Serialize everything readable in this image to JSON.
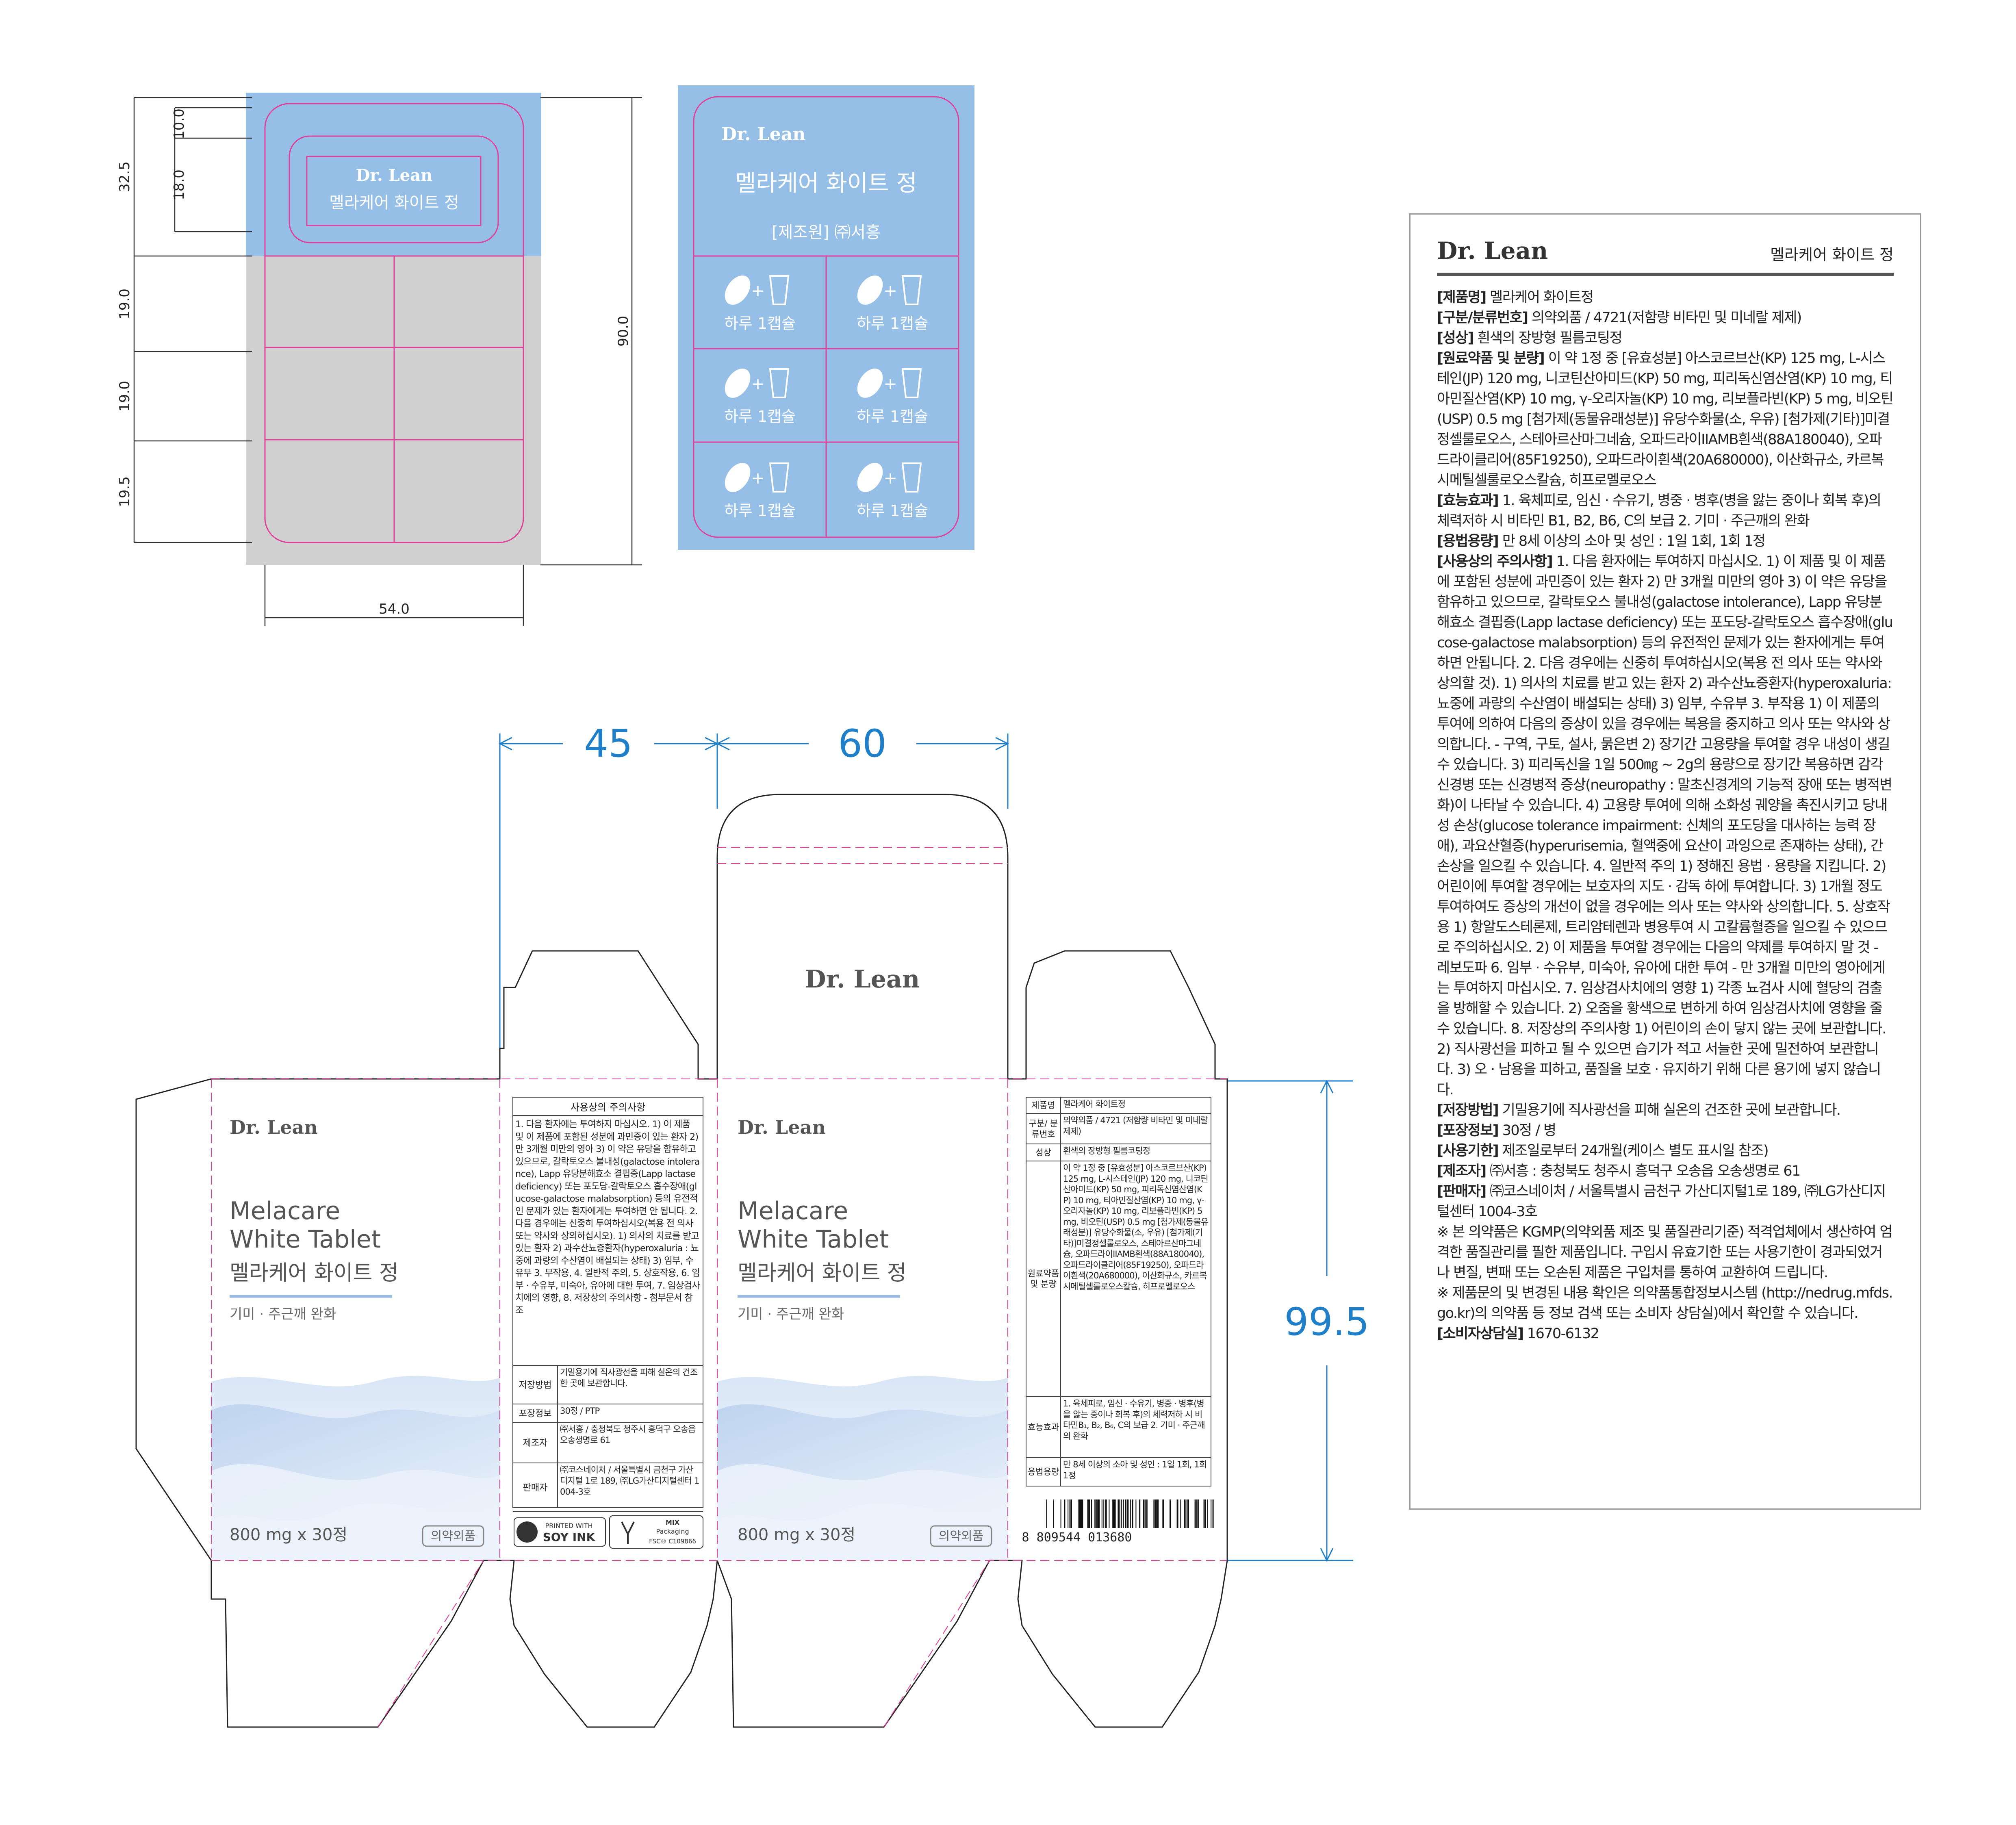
{
  "brand": "Dr. Lean",
  "product_ko": "멜라케어 화이트 정",
  "product_en_1": "Melacare",
  "product_en_2": "White Tablet",
  "tagline": "기미 · 주근깨 완화",
  "dose_count": "800 mg x 30정",
  "category_badge": "의약외품",
  "blister": {
    "dims": [
      "10.0",
      "18.0",
      "32.5",
      "19.0",
      "19.0",
      "19.5",
      "90.0",
      "54.0"
    ],
    "maker": "[제조원] ㈜서흥",
    "cell_text": "하루 1캡슐"
  },
  "box_dims": {
    "w1": "45",
    "w2": "60",
    "h": "99.5"
  },
  "side_caution": {
    "title": "사용상의 주의사항",
    "text": "1. 다음 환자에는 투여하지 마십시오. 1) 이 제품 및 이 제품에 포함된 성분에 과민증이 있는 환자 2) 만 3개월 미만의 영아 3) 이 약은 유당을 함유하고 있으므로, 갈락토오스 불내성(galactose intolerance), Lapp 유당분해효소 결핍증(Lapp lactase deficiency) 또는 포도당-갈락토오스 흡수장애(glucose-galactose malabsorption) 등의 유전적인 문제가 있는 환자에게는 투여하면 안 됩니다. 2. 다음 경우에는 신중히 투여하십시오(복용 전 의사 또는 약사와 상의하십시오). 1) 의사의 치료를 받고 있는 환자 2) 과수산뇨증환자(hyperoxaluria : 뇨중에 과량의 수산염이 배설되는 상태) 3) 임부, 수유부 3. 부작용, 4. 일반적 주의, 5. 상호작용, 6. 임부 · 수유부, 미숙아, 유아에 대한 투여, 7. 임상검사치에의 영향, 8. 저장상의 주의사항 - 첨부문서 참조",
    "rows": [
      {
        "k": "저장방법",
        "v": "기밀용기에 직사광선을 피해 실온의 건조한 곳에 보관합니다."
      },
      {
        "k": "포장정보",
        "v": "30정 / PTP"
      },
      {
        "k": "제조자",
        "v": "㈜서흥 / 충청북도 청주시 흥덕구 오송읍 오송생명로 61"
      },
      {
        "k": "판매자",
        "v": "㈜코스네이처 / 서울특별시 금천구 가산디지털 1로 189, ㈜LG가산디지털센터 1004-3호"
      }
    ],
    "soy_small": "PRINTED WITH",
    "soy_big": "SOY INK",
    "fsc_1": "MIX",
    "fsc_2": "Packaging",
    "fsc_3": "FSC® C109866"
  },
  "right_table": {
    "rows": [
      {
        "k": "제품명",
        "v": "멜라케어 화이트정"
      },
      {
        "k": "구분/ 분류번호",
        "v": "의약외품 / 4721 (저함량 비타민 및 미네랄 제제)"
      },
      {
        "k": "성상",
        "v": "흰색의 장방형 필름코팅정"
      },
      {
        "k": "원료약품 및 분량",
        "v": "이 약 1정 중 [유효성분] 아스코르브산(KP) 125 mg, L-시스테인(JP) 120 mg, 니코틴산아미드(KP) 50 mg, 피리독신염산염(KP) 10 mg, 티아민질산염(KP) 10 mg, γ-오리자놀(KP) 10 mg, 리보플라빈(KP) 5 mg, 비오틴(USP) 0.5 mg [첨가제(동물유래성분)] 유당수화물(소, 우유) [첨가제(기타)]미결정셀룰로오스, 스테아르산마그네슘, 오파드라이IIAMB흰색(88A180040), 오파드라이클리어(85F19250), 오파드라이흰색(20A680000), 이산화규소, 카르복시메틸셀룰로오스칼슘, 히프로멜로오스"
      },
      {
        "k": "효능효과",
        "v": "1. 육체피로, 임신 · 수유기, 병중 · 병후(병을 앓는 중이나 회복 후)의 체력저하 시 비타민B₁, B₂, B₆, C의 보급 2. 기미 · 주근깨의 완화"
      },
      {
        "k": "용법용량",
        "v": "만 8세 이상의 소아 및 성인 : 1일 1회, 1회 1정"
      }
    ],
    "barcode": "8 809544 013680"
  },
  "label_panel": {
    "lines": [
      {
        "b": "[제품명]",
        "t": " 멜라케어 화이트정"
      },
      {
        "b": "[구분/분류번호]",
        "t": " 의약외품 / 4721(저함량 비타민 및 미네랄 제제)"
      },
      {
        "b": "[성상]",
        "t": " 흰색의 장방형 필름코팅정"
      },
      {
        "b": "[원료약품 및 분량]",
        "t": " 이 약 1정 중 [유효성분] 아스코르브산(KP) 125 mg, L-시스테인(JP) 120 mg, 니코틴산아미드(KP) 50 mg, 피리독신염산염(KP) 10 mg, 티아민질산염(KP) 10 mg, γ-오리자놀(KP) 10 mg, 리보플라빈(KP) 5 mg, 비오틴(USP) 0.5 mg [첨가제(동물유래성분)] 유당수화물(소, 우유) [첨가제(기타)]미결정셀룰로오스, 스테아르산마그네슘, 오파드라이IIAMB흰색(88A180040), 오파드라이클리어(85F19250), 오파드라이흰색(20A680000), 이산화규소, 카르복시메틸셀룰로오스칼슘, 히프로멜로오스"
      },
      {
        "b": "[효능효과]",
        "t": " 1. 육체피로, 임신 · 수유기, 병중 · 병후(병을 앓는 중이나 회복 후)의 체력저하 시 비타민 B1, B2, B6, C의 보급 2. 기미 · 주근깨의 완화"
      },
      {
        "b": "[용법용량]",
        "t": " 만 8세 이상의 소아 및 성인 : 1일 1회, 1회 1정"
      },
      {
        "b": "[사용상의 주의사항]",
        "t": " 1. 다음 환자에는 투여하지 마십시오. 1) 이 제품 및 이 제품에 포함된 성분에 과민증이 있는 환자 2) 만 3개월 미만의 영아 3) 이 약은 유당을 함유하고 있으므로, 갈락토오스 불내성(galactose intolerance), Lapp 유당분해효소 결핍증(Lapp lactase deficiency) 또는 포도당-갈락토오스 흡수장애(glucose-galactose malabsorption) 등의 유전적인 문제가 있는 환자에게는 투여하면 안됩니다. 2. 다음 경우에는 신중히 투여하십시오(복용 전 의사 또는 약사와 상의할 것). 1) 의사의 치료를 받고 있는 환자 2) 과수산뇨증환자(hyperoxaluria: 뇨중에 과량의 수산염이 배설되는 상태) 3) 임부, 수유부 3. 부작용 1) 이 제품의 투여에 의하여 다음의 증상이 있을 경우에는 복용을 중지하고 의사 또는 약사와 상의합니다. - 구역, 구토, 설사, 묽은변 2) 장기간 고용량을 투여할 경우 내성이 생길 수 있습니다. 3) 피리독신을 1일 500㎎ ~ 2g의 용량으로 장기간 복용하면 감각신경병 또는 신경병적 증상(neuropathy : 말초신경계의 기능적 장애 또는 병적변화)이 나타날 수 있습니다. 4) 고용량 투여에 의해 소화성 궤양을 촉진시키고 당내성 손상(glucose tolerance impairment: 신체의 포도당을 대사하는 능력 장애), 과요산혈증(hyperurisemia, 혈액중에 요산이 과잉으로 존재하는 상태), 간손상을 일으킬 수 있습니다. 4. 일반적 주의 1) 정해진 용법 · 용량을 지킵니다. 2) 어린이에 투여할 경우에는 보호자의 지도 · 감독 하에 투여합니다. 3) 1개월 정도 투여하여도 증상의 개선이 없을 경우에는 의사 또는 약사와 상의합니다. 5. 상호작용 1) 항알도스테론제, 트리암테렌과 병용투여 시 고칼륨혈증을 일으킬 수 있으므로 주의하십시오. 2) 이 제품을 투여할 경우에는 다음의 약제를 투여하지 말 것 - 레보도파 6. 임부 · 수유부, 미숙아, 유아에 대한 투여 - 만 3개월 미만의 영아에게는 투여하지 마십시오. 7. 임상검사치에의 영향 1) 각종 뇨검사 시에 혈당의 검출을 방해할 수 있습니다. 2) 오줌을 황색으로 변하게 하여 임상검사치에 영향을 줄 수 있습니다. 8. 저장상의 주의사항 1) 어린이의 손이 닿지 않는 곳에 보관합니다. 2) 직사광선을 피하고 될 수 있으면 습기가 적고 서늘한 곳에 밀전하여 보관합니다. 3) 오 · 남용을 피하고, 품질을 보호 · 유지하기 위해 다른 용기에 넣지 않습니다."
      },
      {
        "b": "[저장방법]",
        "t": " 기밀용기에 직사광선을 피해 실온의 건조한 곳에 보관합니다."
      },
      {
        "b": "[포장정보]",
        "t": " 30정 / 병"
      },
      {
        "b": "[사용기한]",
        "t": " 제조일로부터 24개월(케이스 별도 표시일 참조)"
      },
      {
        "b": "[제조자]",
        "t": " ㈜서흥 : 충청북도 청주시 흥덕구 오송읍 오송생명로 61"
      },
      {
        "b": "[판매자]",
        "t": " ㈜코스네이처 / 서울특별시 금천구 가산디지털1로 189, ㈜LG가산디지털센터 1004-3호"
      },
      {
        "b": "",
        "t": "※ 본 의약품은 KGMP(의약외품 제조 및 품질관리기준) 적격업체에서 생산하여 엄격한 품질관리를 필한 제품입니다. 구입시 유효기한 또는 사용기한이 경과되었거나 변질, 변패 또는 오손된 제품은 구입처를 통하여 교환하여 드립니다."
      },
      {
        "b": "",
        "t": "※ 제품문의 및 변경된 내용 확인은 의약품통합정보시스템 (http://nedrug.mfds.go.kr)의 의약품 등 정보 검색 또는 소비자 상담실)에서 확인할 수 있습니다."
      },
      {
        "b": "[소비자상담실]",
        "t": " 1670-6132"
      }
    ]
  },
  "colors": {
    "blister_blue": "#95bfe7",
    "tray_gray": "#d0d0d0",
    "magenta": "#e0409a",
    "dim_blue": "#1f7fc9",
    "ink": "#222222"
  }
}
